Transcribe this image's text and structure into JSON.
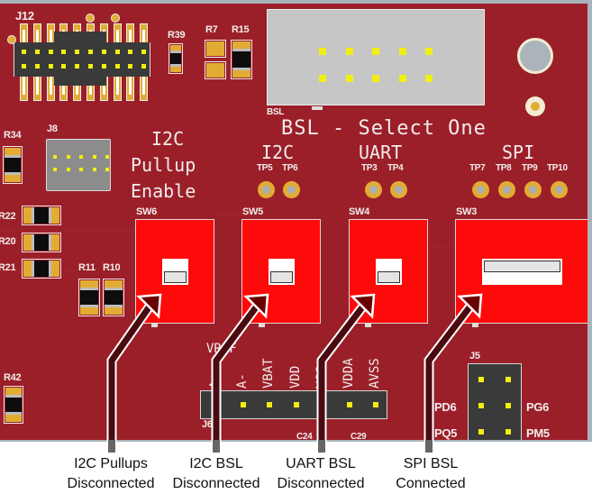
{
  "board": {
    "title": "BSL - Select One",
    "connectors": {
      "j12": "J12",
      "j8": "J8",
      "bsl": "BSL",
      "j6": "J6",
      "j5": "J5"
    },
    "resistors": {
      "r39": "R39",
      "r7": "R7",
      "r15": "R15",
      "r34": "R34",
      "r22": "R22",
      "r20": "R20",
      "r21": "R21",
      "r11": "R11",
      "r10": "R10",
      "r42": "R42"
    },
    "capacitors": {
      "c24": "C24",
      "c29": "C29"
    },
    "pullup_heading": [
      "I2C",
      "Pullup",
      "Enable"
    ],
    "groups": [
      {
        "label": "I2C",
        "test_points": [
          "TP5",
          "TP6"
        ]
      },
      {
        "label": "UART",
        "test_points": [
          "TP3",
          "TP4"
        ]
      },
      {
        "label": "SPI",
        "test_points": [
          "TP7",
          "TP8",
          "TP9",
          "TP10"
        ]
      }
    ],
    "switches": [
      {
        "ref": "SW6",
        "state": "off"
      },
      {
        "ref": "SW5",
        "state": "off"
      },
      {
        "ref": "SW4",
        "state": "off"
      },
      {
        "ref": "SW3",
        "state": "on"
      }
    ],
    "j6_pins": [
      "A+",
      "A-",
      "VBAT",
      "VDD",
      "VSS",
      "VDDA",
      "AVSS"
    ],
    "j6_vref": "VREF",
    "j5_labels": {
      "left": [
        "PD6",
        "PQ5"
      ],
      "right": [
        "PG6",
        "PM5"
      ]
    }
  },
  "captions": [
    {
      "title": "I2C Pullups",
      "status": "Disconnected"
    },
    {
      "title": "I2C BSL",
      "status": "Disconnected"
    },
    {
      "title": "UART BSL",
      "status": "Disconnected"
    },
    {
      "title": "SPI BSL",
      "status": "Connected"
    }
  ],
  "colors": {
    "pcb": "#9b1f29",
    "switch": "#ff0a0a",
    "pad": "#e2ac34",
    "pin": "#f2ee12",
    "silkscreen": "#f2ecec"
  }
}
